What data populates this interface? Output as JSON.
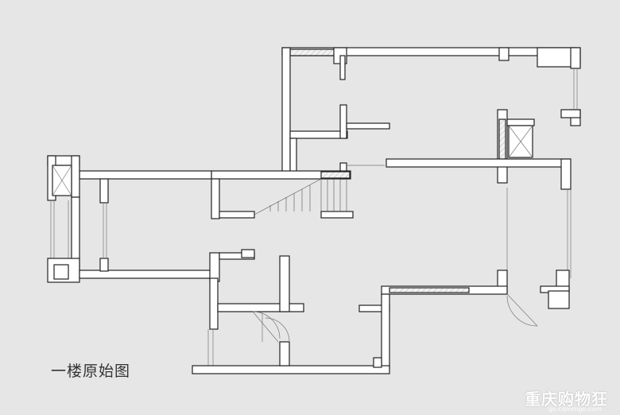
{
  "caption": "一楼原始图",
  "watermark": {
    "name": "重庆购物狂",
    "site": "go.cqmmgo.com"
  },
  "colors": {
    "background": "#e6e6e6",
    "wall_outline": "#222222",
    "wall_fill": "#ffffff"
  }
}
